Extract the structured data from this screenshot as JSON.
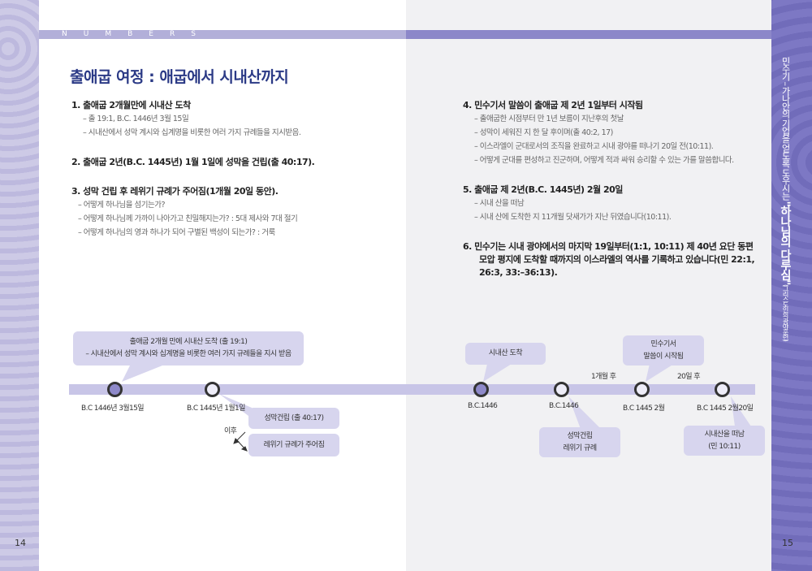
{
  "header": {
    "section_label": "NUMBERS",
    "title": "출애굽 여정 : 애굽에서 시내산까지"
  },
  "left_items": [
    {
      "heading": "1.  출애굽 2개월만에 시내산  도착",
      "subs": [
        "– 출 19:1, B.C. 1446년 3월 15일",
        "– 시내산에서 성막 계시와 십계명을 비롯한 여러 가지 규례들을 지시받음."
      ]
    },
    {
      "heading": "2.  출애굽 2년(B.C. 1445년) 1월 1일에 성막을 건립(출 40:17).",
      "subs": []
    },
    {
      "heading": "3.  성막 건립 후 레위기 규례가 주어짐(1개월 20일 동안).",
      "subs": [
        "– 어떻게 하나님을 섬기는가?",
        "– 어떻게 하나님께 가까이 나아가고 친밀해지는가? : 5대 제사와 7대 절기",
        "– 어떻게 하나님의 영과 하나가 되어 구별된 백성이 되는가? : 거룩"
      ]
    }
  ],
  "right_items": [
    {
      "heading": "4.  민수기서 말씀이 출애굽 제 2년 1일부터 시작됨",
      "subs": [
        "– 출애굽한 시점부터 만 1년 보름이 지난후의 첫날",
        "– 성막이 세워진 지 한 달 후이며(출 40:2, 17)",
        "– 이스라엘이 군대로서의 조직을 완료하고 시내 광야를 떠나기 20일 전(10:11).",
        "– 어떻게 군대를 편성하고 진군하며, 어떻게 적과 싸워 승리할 수 있는 가를 말씀합니다."
      ]
    },
    {
      "heading": "5.  출애굽 제 2년(B.C. 1445년) 2월 20일",
      "subs": [
        "– 시내 산을 떠남",
        "– 시내 산에 도착한 지 11개월 닷새가가 지난 뒤였습니다(10:11)."
      ]
    },
    {
      "heading_lines": [
        "6.  민수기는 시내 광야에서의 마지막 19일부터(1:1, 10:11) 제 40년 요단 동편",
        "모압 평지에 도착할 때까지의 이스라엘의 역사를 기록하고 있습니다(민 22:1,",
        "26:3, 33:–36:13)."
      ]
    }
  ],
  "timeline": {
    "nodes": [
      "B.C 1446년 3월15일",
      "B.C 1445년 1월1일",
      "B.C.1446",
      "B.C.1446",
      "B.C 1445 2월",
      "B.C 1445 2월20일"
    ],
    "bubble1": [
      "출애굽 2개월 만에 시내산 도착 (출 19:1)",
      "– 시내산에서 성막 계시와 십계명을 비롯한 여러 가지 규례들을 지시 받음"
    ],
    "bubble2": "성막건립 (출 40:17)",
    "after_label": "이후",
    "bubble3": "레위기 규례가 주어짐",
    "bubble4": "시내산 도착",
    "bubble5": [
      "성막건립",
      "레위기 규례"
    ],
    "bubble6": [
      "민수기서",
      "말씀이 시작됨"
    ],
    "bubble7": [
      "시내산을 떠남",
      "(민 10:11)"
    ],
    "gap1": "1개월 후",
    "gap2": "20일 후"
  },
  "side_text": {
    "main": "민수기 – 가나안의 기업을 얻도록 도우시는 ",
    "emph": "\"하나님의 다루심\"",
    "tail": "(그리스도인의 광야훈련)"
  },
  "page_numbers": {
    "left": "14",
    "right": "15"
  },
  "colors": {
    "title": "#2b3a86",
    "band_left": "#b2afd9",
    "band_right": "#8c87c9",
    "bar": "#c8c5e7",
    "bubble": "#d7d5ee"
  }
}
